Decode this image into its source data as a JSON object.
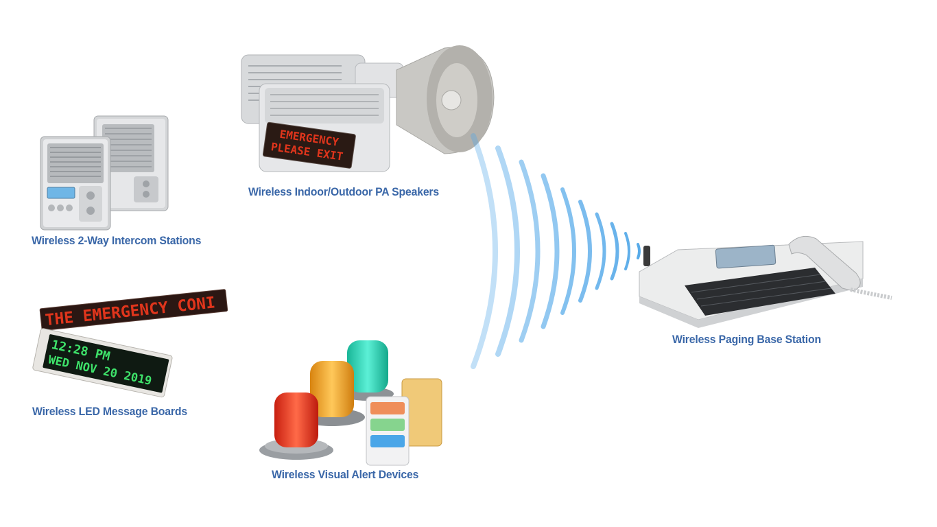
{
  "captions": {
    "intercom": "Wireless 2-Way Intercom Stations",
    "pa_speakers": "Wireless Indoor/Outdoor PA Speakers",
    "led_boards": "Wireless LED Message Boards",
    "visual_alerts": "Wireless Visual Alert Devices",
    "base_station": "Wireless Paging Base Station"
  },
  "speaker_display": {
    "line1": "EMERGENCY",
    "line2": "PLEASE EXIT"
  },
  "led_board_red": {
    "text": "THE EMERGENCY CONI"
  },
  "led_board_green": {
    "line1": "12:28 PM",
    "line2": "WED NOV 20 2019"
  },
  "colors": {
    "caption": "#3a67a8",
    "wave": "#4fa6e8",
    "led_red": "#e0351c",
    "led_green": "#3ee26a",
    "beacon_red": "#e8341c",
    "beacon_amber": "#f2a21e",
    "beacon_teal": "#28d2b4"
  }
}
